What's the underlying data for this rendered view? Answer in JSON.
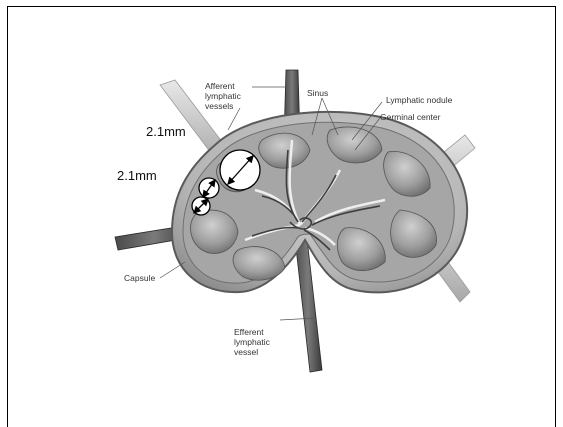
{
  "labels": {
    "afferent": [
      "Afferent",
      "lymphatic",
      "vessels"
    ],
    "sinus": "Sinus",
    "lymphatic_nodule": "Lymphatic nodule",
    "germinal_center": "Germinal center",
    "capsule": "Capsule",
    "efferent": [
      "Efferent",
      "lymphatic",
      "vessel"
    ]
  },
  "measurements": {
    "upper": "2.1mm",
    "lower": "2.1mm"
  }
}
